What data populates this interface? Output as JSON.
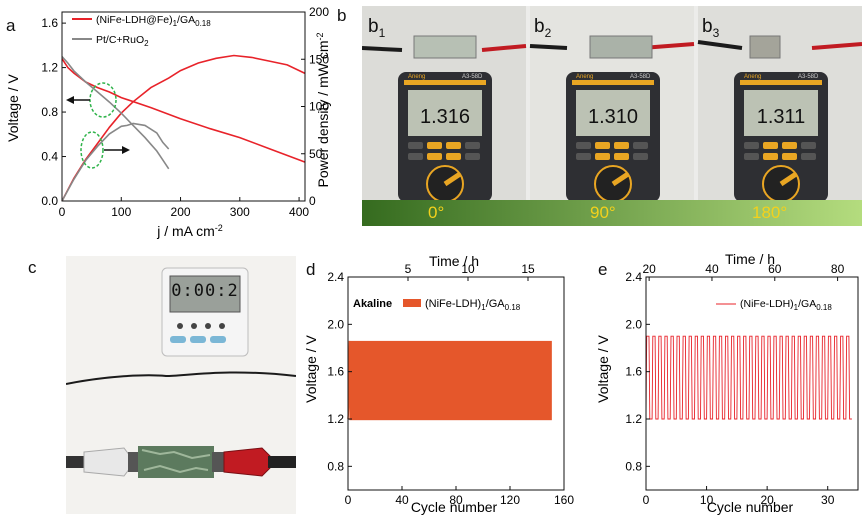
{
  "panels": {
    "a": {
      "letter": "a"
    },
    "b": {
      "letter": "b",
      "sublabels": [
        "b",
        "b",
        "b"
      ],
      "subs": [
        "1",
        "2",
        "3"
      ],
      "readings": [
        "1.316",
        "1.310",
        "1.311"
      ],
      "brand": "Aneng",
      "model": "A3-58D",
      "angles": [
        "0°",
        "90°",
        "180°"
      ]
    },
    "c": {
      "letter": "c",
      "timer": "0:00:2"
    },
    "d": {
      "letter": "d"
    },
    "e": {
      "letter": "e"
    }
  },
  "charts": {
    "a": {
      "type": "line",
      "xlabel": "j / mA cm",
      "xlabel_sup": "-2",
      "ylabel": "Voltage / V",
      "y2label": "Power density / mW cm",
      "y2label_sup": "-2",
      "xlim": [
        0,
        410
      ],
      "ylim": [
        0,
        1.7
      ],
      "y2lim": [
        0,
        200
      ],
      "xticks": [
        "0",
        "100",
        "200",
        "300",
        "400"
      ],
      "yticks": [
        "0.0",
        "0.4",
        "0.8",
        "1.2",
        "1.6"
      ],
      "y2ticks": [
        "0",
        "50",
        "100",
        "150",
        "200"
      ],
      "legend": [
        {
          "main": "(NiFe-LDH@Fe)",
          "sub1": "1",
          "mid": "/GA",
          "sub2": "0.18",
          "color": "#e8232a"
        },
        {
          "main": "Pt/C+RuO",
          "sub1": "2",
          "mid": "",
          "sub2": "",
          "color": "#888888"
        }
      ],
      "series": [
        {
          "axis": "left",
          "color": "#e8232a",
          "x": [
            0,
            10,
            20,
            40,
            60,
            80,
            100,
            150,
            200,
            250,
            300,
            350,
            400,
            410
          ],
          "y": [
            1.28,
            1.2,
            1.15,
            1.07,
            1.02,
            0.98,
            0.93,
            0.84,
            0.74,
            0.65,
            0.57,
            0.47,
            0.37,
            0.35
          ]
        },
        {
          "axis": "right",
          "color": "#e8232a",
          "x": [
            0,
            20,
            40,
            60,
            80,
            100,
            120,
            150,
            180,
            200,
            230,
            260,
            290,
            320,
            350,
            380,
            410
          ],
          "y": [
            0,
            24,
            44,
            61,
            78,
            93,
            105,
            120,
            130,
            138,
            146,
            151,
            154,
            152,
            148,
            144,
            135
          ]
        },
        {
          "axis": "left",
          "color": "#888888",
          "x": [
            0,
            10,
            20,
            40,
            60,
            80,
            100,
            120,
            140,
            150,
            160,
            170,
            180
          ],
          "y": [
            1.3,
            1.24,
            1.17,
            1.07,
            0.98,
            0.89,
            0.79,
            0.68,
            0.57,
            0.51,
            0.45,
            0.37,
            0.29
          ]
        },
        {
          "axis": "right",
          "color": "#888888",
          "x": [
            0,
            20,
            40,
            60,
            80,
            100,
            110,
            120,
            140,
            160,
            170,
            180
          ],
          "y": [
            0,
            23,
            43,
            58,
            71,
            79,
            80,
            82,
            80,
            72,
            62,
            55
          ]
        }
      ]
    },
    "d": {
      "type": "line",
      "xlabel": "Cycle number",
      "ylabel": "Voltage / V",
      "toplabel": "Time / h",
      "note": "Akaline",
      "legend": {
        "main": "(NiFe-LDH)",
        "sub1": "1",
        "mid": "/GA",
        "sub2": "0.18",
        "color": "#e5572b"
      },
      "xlim": [
        0,
        160
      ],
      "ylim": [
        0.6,
        2.4
      ],
      "toplim": [
        0,
        18
      ],
      "xticks": [
        "0",
        "40",
        "80",
        "120",
        "160"
      ],
      "yticks": [
        "0.8",
        "1.2",
        "1.6",
        "2.0",
        "2.4"
      ],
      "topticks": [
        "5",
        "10",
        "15"
      ],
      "band": {
        "x0": 1,
        "x1": 151,
        "low": 1.19,
        "high": 1.86
      }
    },
    "e": {
      "type": "line",
      "xlabel": "Cycle number",
      "ylabel": "Voltage / V",
      "toplabel": "Time / h",
      "legend": {
        "main": "(NiFe-LDH)",
        "sub1": "1",
        "mid": "/GA",
        "sub2": "0.18",
        "color": "#e8232a"
      },
      "xlim": [
        0,
        35
      ],
      "ylim": [
        0.6,
        2.4
      ],
      "toplim": [
        19,
        86.5
      ],
      "xticks": [
        "0",
        "10",
        "20",
        "30"
      ],
      "yticks": [
        "0.8",
        "1.2",
        "1.6",
        "2.0",
        "2.4"
      ],
      "topticks": [
        "20",
        "40",
        "60",
        "80"
      ],
      "cycles": 34,
      "low": 1.2,
      "high": 1.9
    }
  },
  "colors": {
    "strip_dark": "#356b1f",
    "strip_light": "#b4dc7e",
    "photo_bg": "#d4d4d0"
  }
}
